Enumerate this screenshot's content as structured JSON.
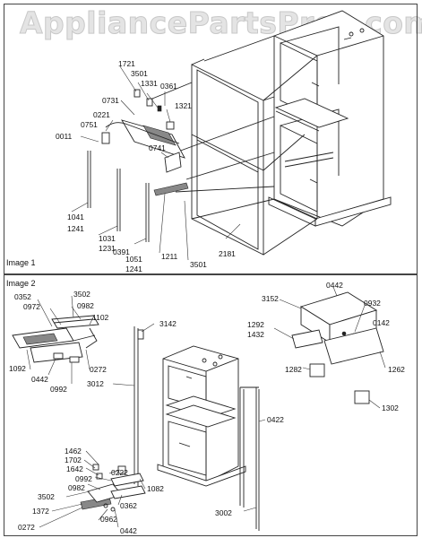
{
  "watermark": "AppliancePartsPros.com",
  "panels": [
    {
      "title": "Image 1",
      "callouts": [
        "1721",
        "3501",
        "1331",
        "0361",
        "0731",
        "1321",
        "0221",
        "0751",
        "0011",
        "0741",
        "1041",
        "1241",
        "1031",
        "1231",
        "0391",
        "1051",
        "1241",
        "1211",
        "3501",
        "2181"
      ]
    },
    {
      "title": "Image 2",
      "callouts": [
        "0352",
        "3502",
        "0972",
        "0982",
        "1102",
        "1092",
        "0442",
        "0992",
        "0272",
        "3142",
        "3012",
        "0422",
        "1462",
        "1702",
        "1642",
        "0222",
        "0992",
        "0982",
        "1082",
        "3502",
        "0362",
        "1372",
        "0962",
        "0272",
        "0442",
        "3002",
        "3152",
        "0442",
        "0932",
        "0142",
        "1292",
        "1432",
        "1282",
        "1262",
        "1302"
      ]
    }
  ]
}
